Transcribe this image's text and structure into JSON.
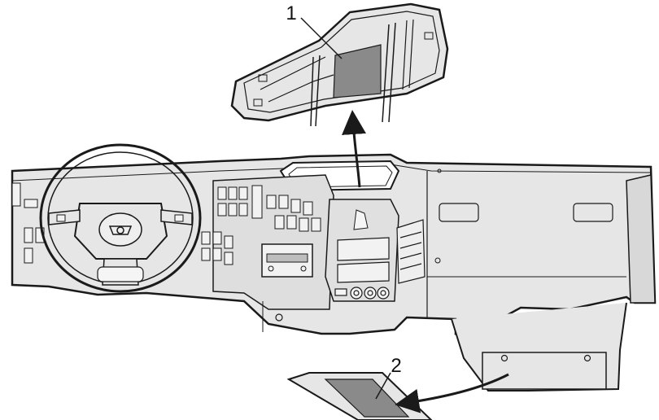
{
  "callouts": [
    {
      "id": "1",
      "text": "1"
    },
    {
      "id": "2",
      "text": "2"
    }
  ],
  "colors": {
    "line": "#1a1a1a",
    "panel": "#e6e6e6",
    "panel_dark": "#d0d0d0",
    "label_patch": "#8a8a8a",
    "background": "#ffffff"
  }
}
